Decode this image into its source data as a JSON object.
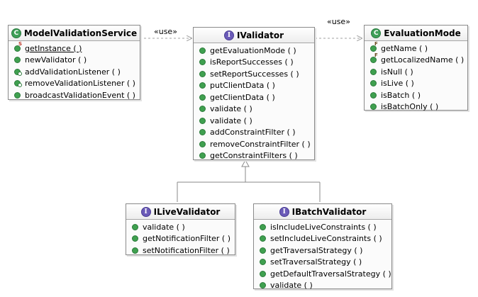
{
  "diagram": {
    "classes": {
      "model_validation_service": {
        "name": "ModelValidationService",
        "kind_glyph": "C",
        "methods": [
          {
            "label": "getInstance ( )",
            "marker": "static"
          },
          {
            "label": "newValidator ( )",
            "marker": ""
          },
          {
            "label": "addValidationListener ( )",
            "marker": "listener"
          },
          {
            "label": "removeValidationListener ( )",
            "marker": "listener"
          },
          {
            "label": "broadcastValidationEvent ( )",
            "marker": ""
          }
        ]
      },
      "ivalidator": {
        "name": "IValidator",
        "kind_glyph": "I",
        "methods": [
          {
            "label": "getEvaluationMode ( )"
          },
          {
            "label": "isReportSuccesses ( )"
          },
          {
            "label": "setReportSuccesses ( )"
          },
          {
            "label": "putClientData ( )"
          },
          {
            "label": "getClientData ( )"
          },
          {
            "label": "validate ( )"
          },
          {
            "label": "validate ( )"
          },
          {
            "label": "addConstraintFilter ( )"
          },
          {
            "label": "removeConstraintFilter ( )"
          },
          {
            "label": "getConstraintFilters ( )"
          }
        ]
      },
      "evaluation_mode": {
        "name": "EvaluationMode",
        "kind_glyph": "C",
        "methods": [
          {
            "label": "getName ( )",
            "marker": "final"
          },
          {
            "label": "getLocalizedName ( )",
            "marker": "final"
          },
          {
            "label": "isNull ( )",
            "marker": ""
          },
          {
            "label": "isLive ( )",
            "marker": ""
          },
          {
            "label": "isBatch ( )",
            "marker": ""
          },
          {
            "label": "isBatchOnly ( )",
            "marker": ""
          }
        ]
      },
      "ilive_validator": {
        "name": "ILiveValidator",
        "kind_glyph": "I",
        "methods": [
          {
            "label": "validate ( )"
          },
          {
            "label": "getNotificationFilter ( )"
          },
          {
            "label": "setNotificationFilter ( )"
          }
        ]
      },
      "ibatch_validator": {
        "name": "IBatchValidator",
        "kind_glyph": "I",
        "methods": [
          {
            "label": "isIncludeLiveConstraints ( )"
          },
          {
            "label": "setIncludeLiveConstraints ( )"
          },
          {
            "label": "getTraversalStrategy ( )"
          },
          {
            "label": "setTraversalStrategy ( )"
          },
          {
            "label": "getDefaultTraversalStrategy ( )"
          },
          {
            "label": "validate ( )"
          }
        ]
      }
    },
    "stereotypes": {
      "use_left": "«use»",
      "use_right": "«use»"
    },
    "colors": {
      "class_icon": "#3f9f58",
      "interface_icon": "#6b5bb8",
      "method_dot": "#3fa04f",
      "dependency_line": "#a0a0a0"
    }
  }
}
